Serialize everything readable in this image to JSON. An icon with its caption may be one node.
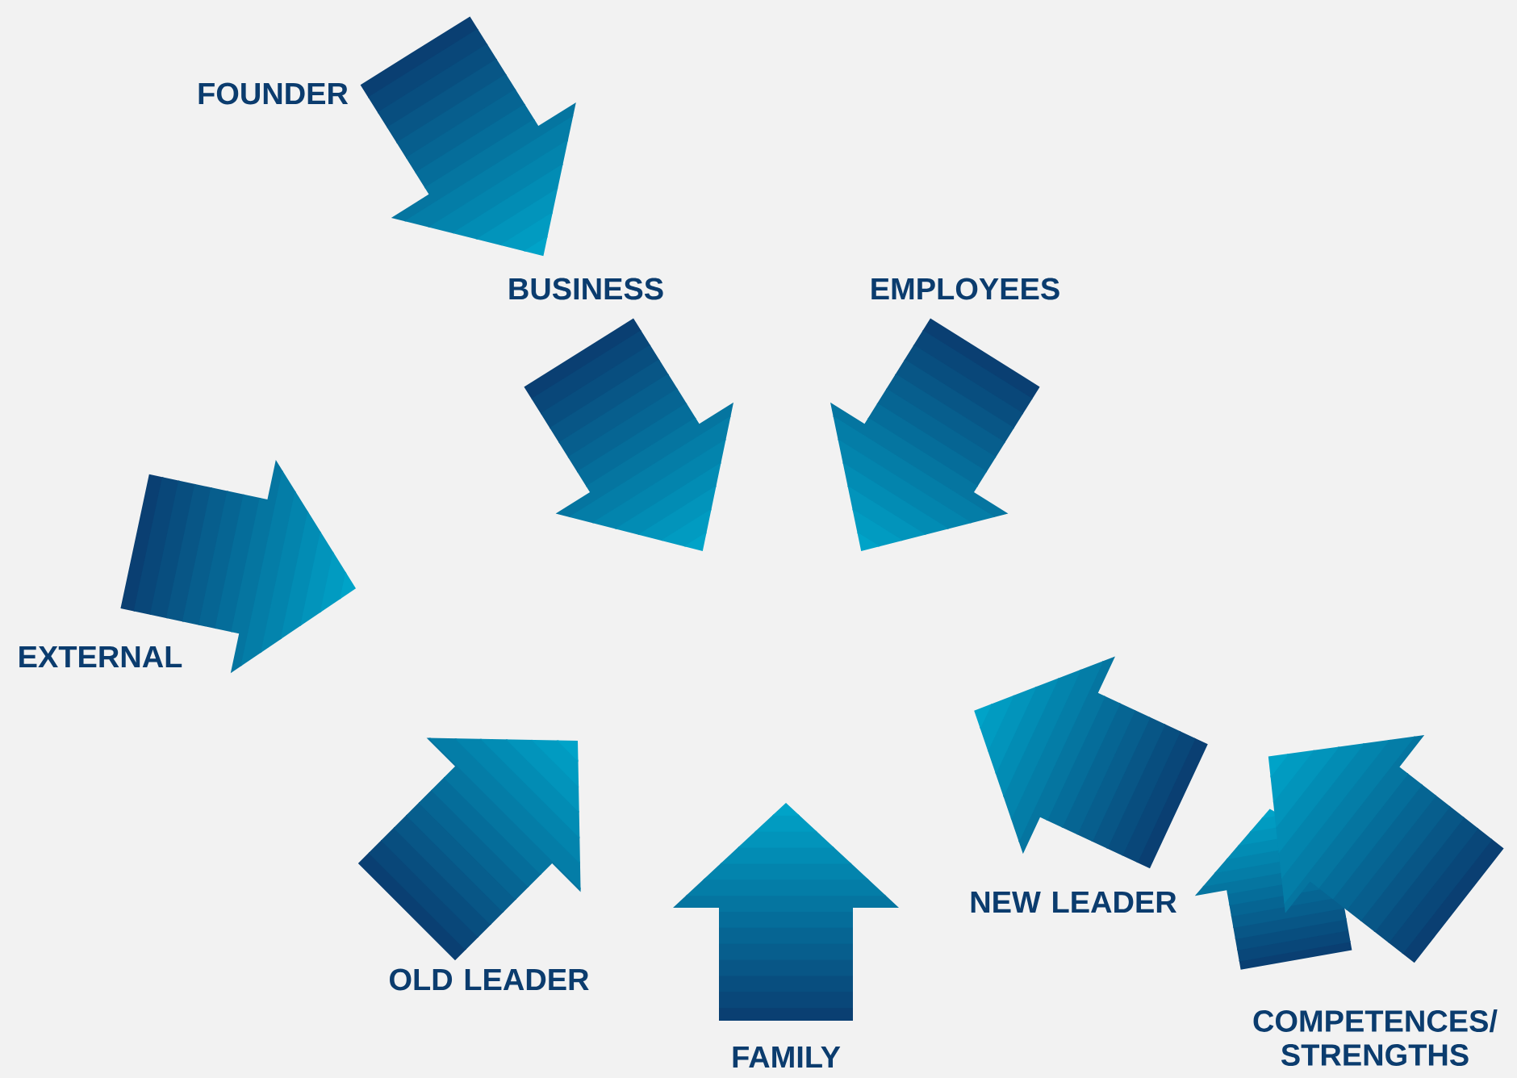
{
  "diagram": {
    "labels": [
      "FOUNDER",
      "BUSINESS",
      "EMPLOYEES",
      "EXTERNAL",
      "OLD LEADER",
      "FAMILY",
      "NEW LEADER",
      "COMPETENCES/ STRENGTHS"
    ]
  }
}
